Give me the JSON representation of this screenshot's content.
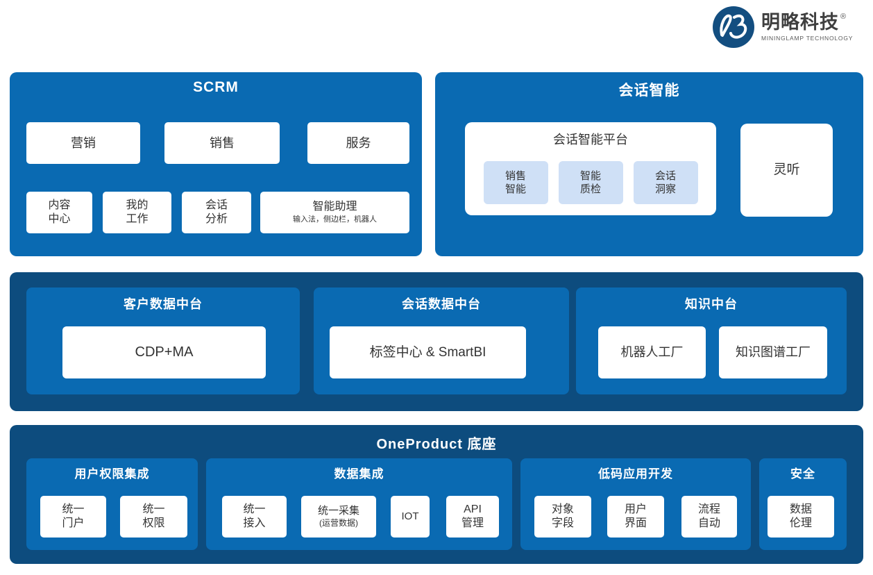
{
  "logo": {
    "brand_cn": "明略科技",
    "registered": "®",
    "brand_en": "MININGLAMP TECHNOLOGY"
  },
  "colors": {
    "medium_blue": "#0a6ab2",
    "dark_navy": "#0d4c7e",
    "light_blue": "#cfe0f6",
    "logo_navy": "#134e80"
  },
  "scrm": {
    "title": "SCRM",
    "marketing": "营销",
    "sales": "销售",
    "service": "服务",
    "content_center": "内容\n中心",
    "my_work": "我的\n工作",
    "conversation_analysis": "会话\n分析",
    "assistant_title": "智能助理",
    "assistant_subtitle": "输入法，侧边栏，机器人"
  },
  "conversation_ai": {
    "title": "会话智能",
    "platform_title": "会话智能平台",
    "platform_item1": "销售\n智能",
    "platform_item2": "智能\n质检",
    "platform_item3": "会话\n洞察",
    "lingting": "灵听"
  },
  "middle": {
    "customer_data": {
      "title": "客户数据中台",
      "item": "CDP+MA"
    },
    "conversation_data": {
      "title": "会话数据中台",
      "item": "标签中心 & SmartBI"
    },
    "knowledge": {
      "title": "知识中台",
      "item1": "机器人工厂",
      "item2": "知识图谱工厂"
    }
  },
  "oneproduct": {
    "title": "OneProduct 底座",
    "user_auth": {
      "title": "用户权限集成",
      "item1": "统一\n门户",
      "item2": "统一\n权限"
    },
    "data_integration": {
      "title": "数据集成",
      "item1": "统一\n接入",
      "item2_line1": "统一采集",
      "item2_line2": "(运营数据)",
      "item3": "IOT",
      "item4": "API\n管理"
    },
    "low_code": {
      "title": "低码应用开发",
      "item1": "对象\n字段",
      "item2": "用户\n界面",
      "item3": "流程\n自动"
    },
    "security": {
      "title": "安全",
      "item1": "数据\n伦理"
    }
  }
}
